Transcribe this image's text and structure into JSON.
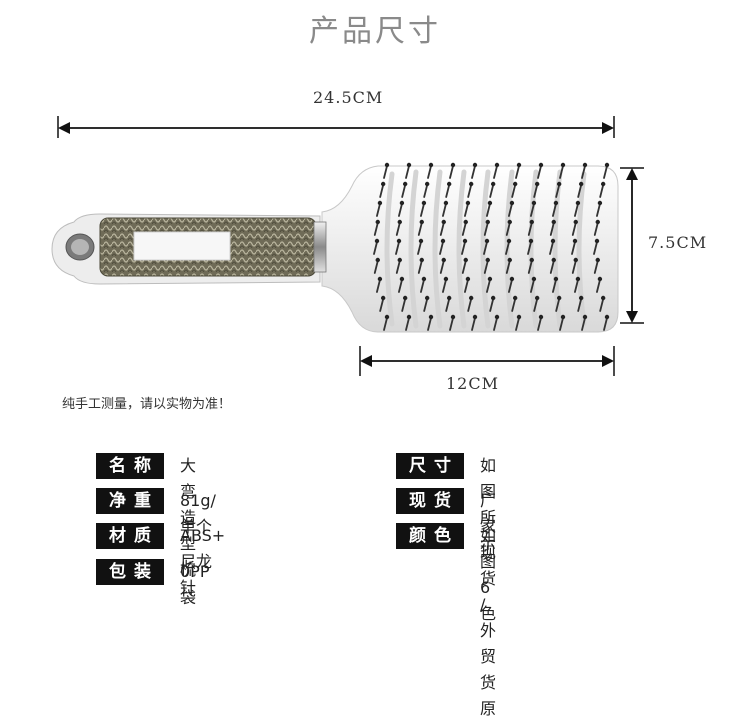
{
  "title": "产品尺寸",
  "dimensions": {
    "width": "24.5CM",
    "height": "7.5CM",
    "head_width": "12CM"
  },
  "note": "纯手工测量，请以实物为准！",
  "specs": [
    {
      "key": "名称",
      "value": "大弯造型梳"
    },
    {
      "key": "尺寸",
      "value": "如图所示"
    },
    {
      "key": "净重",
      "value": "81g/ 单个"
    },
    {
      "key": "现货",
      "value": "厂家现货 / 外贸货原"
    },
    {
      "key": "材质",
      "value": "ABS+ 尼龙针"
    },
    {
      "key": "颜色",
      "value": "如图 6 色"
    },
    {
      "key": "包装",
      "value": "0PP 袋"
    }
  ],
  "colors": {
    "grip": "#6f6b57",
    "body": "#f2f2f2",
    "bristle": "#3a3a3a"
  }
}
